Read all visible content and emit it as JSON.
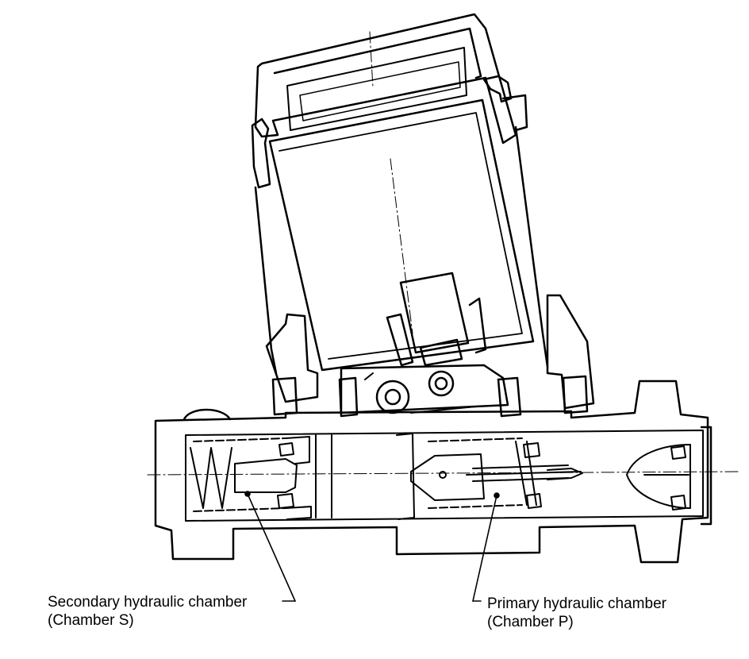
{
  "labels": {
    "secondary": {
      "line1": "Secondary hydraulic chamber",
      "line2": "(Chamber S)"
    },
    "primary": {
      "line1": "Primary hydraulic chamber",
      "line2": "(Chamber P)"
    }
  },
  "colors": {
    "ink": "#000000",
    "paper": "#ffffff"
  }
}
